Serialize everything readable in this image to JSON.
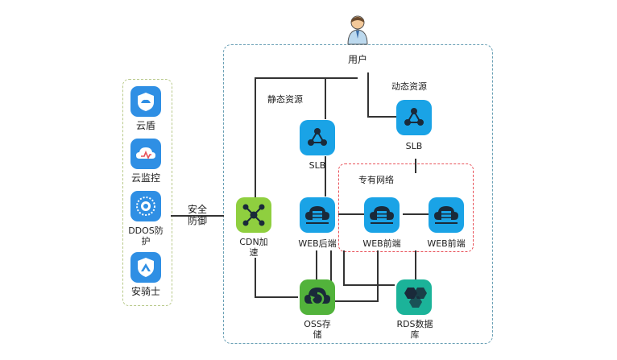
{
  "user": {
    "label": "用户"
  },
  "security": {
    "title": "安全防御",
    "items": [
      {
        "label": "云盾",
        "icon": "shield-icon"
      },
      {
        "label": "云监控",
        "icon": "cloud-monitor-icon"
      },
      {
        "label": "DDOS防护",
        "icon": "ddos-protection-icon"
      },
      {
        "label": "安骑士",
        "icon": "security-knight-icon"
      }
    ]
  },
  "labels": {
    "static": "静态资源",
    "dynamic": "动态资源",
    "vpc": "专有网络"
  },
  "nodes": {
    "slb_static": {
      "label": "SLB",
      "icon": "network-node-icon"
    },
    "slb_dynamic": {
      "label": "SLB",
      "icon": "network-node-icon"
    },
    "cdn": {
      "label": "CDN加速",
      "icon": "cdn-icon"
    },
    "web_backend": {
      "label": "WEB后端",
      "icon": "cloud-server-icon"
    },
    "web_front1": {
      "label": "WEB前端",
      "icon": "cloud-server-icon"
    },
    "web_front2": {
      "label": "WEB前端",
      "icon": "cloud-server-icon"
    },
    "oss": {
      "label": "OSS存储",
      "icon": "storage-icon"
    },
    "rds": {
      "label": "RDS数据库",
      "icon": "database-icon"
    }
  },
  "colors": {
    "blue": "#1aa3e6",
    "green": "#8fcf3f",
    "security_blue": "#2f8fe4",
    "vpc_border": "#e8525a",
    "main_border": "#6aa0b5",
    "security_border": "#b8c98a"
  }
}
